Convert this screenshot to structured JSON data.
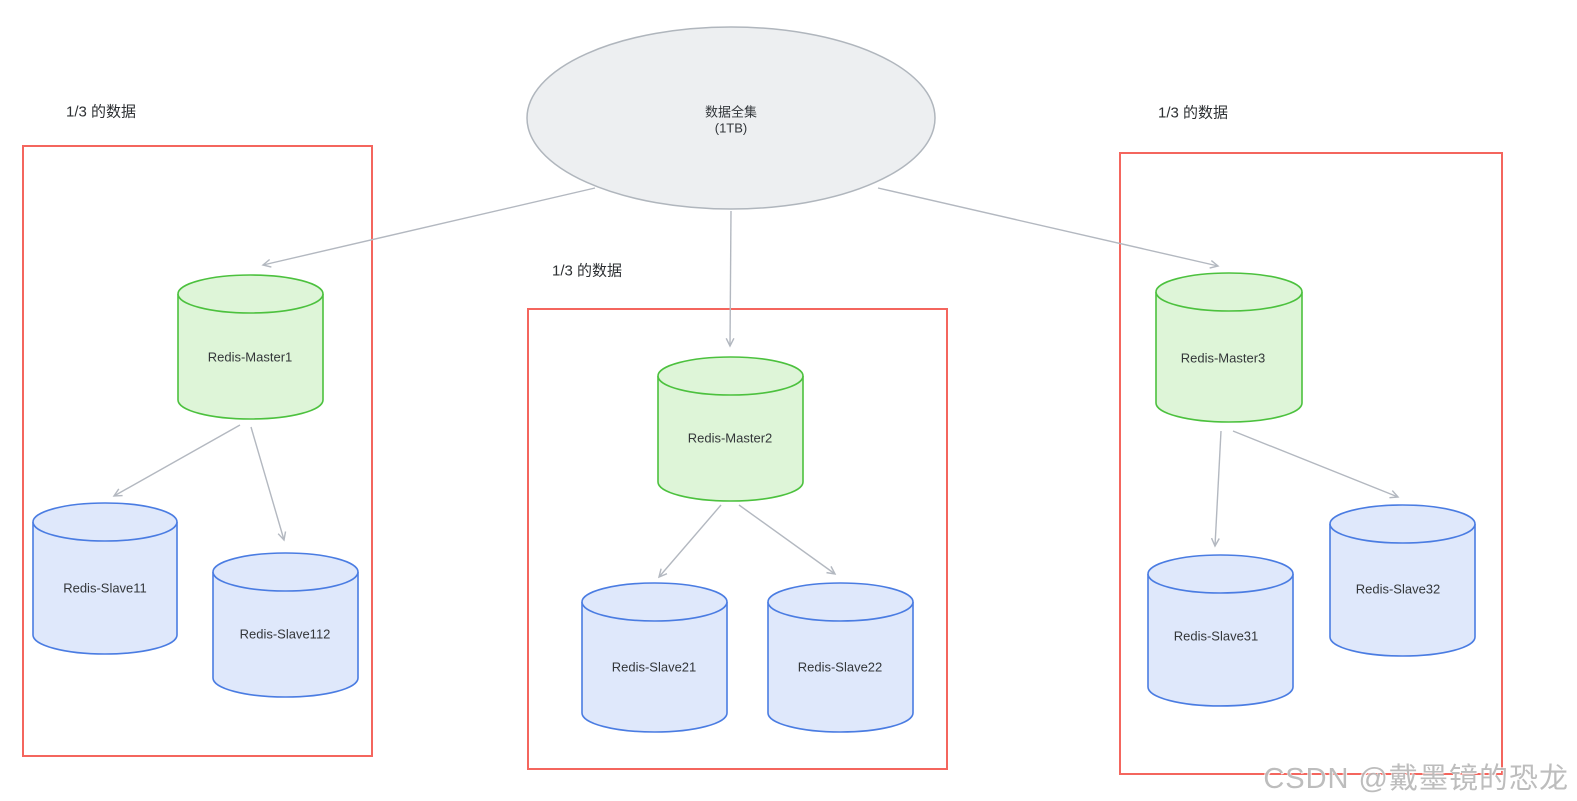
{
  "root": {
    "title": "数据全集",
    "subtitle": "(1TB)"
  },
  "shards": [
    {
      "label": "1/3 的数据",
      "master": "Redis-Master1",
      "slaves": [
        "Redis-Slave11",
        "Redis-Slave112"
      ]
    },
    {
      "label": "1/3 的数据",
      "master": "Redis-Master2",
      "slaves": [
        "Redis-Slave21",
        "Redis-Slave22"
      ]
    },
    {
      "label": "1/3 的数据",
      "master": "Redis-Master3",
      "slaves": [
        "Redis-Slave31",
        "Redis-Slave32"
      ]
    }
  ],
  "watermark": "CSDN @戴墨镜的恐龙",
  "colors": {
    "root_fill": "#edeff1",
    "root_stroke": "#b0b6bd",
    "master_fill": "#def5d8",
    "master_stroke": "#4cc13e",
    "slave_fill": "#dfe8fb",
    "slave_stroke": "#4a7ce2",
    "group_border": "#f4665e",
    "arrow": "#b3b8c0",
    "text": "#333639"
  }
}
